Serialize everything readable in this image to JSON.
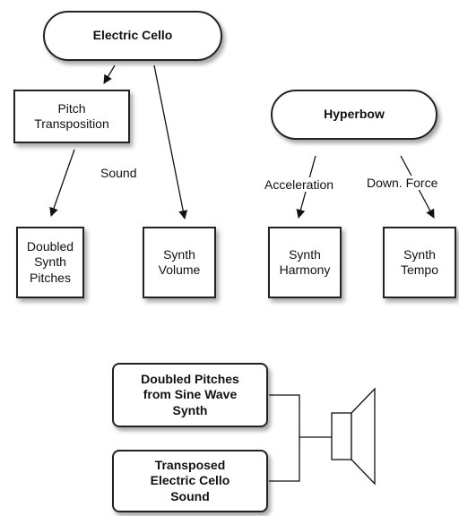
{
  "top_diagram": {
    "electric_cello": "Electric Cello",
    "pitch_transposition": "Pitch\nTransposition",
    "sound_label": "Sound",
    "doubled_synth_pitches": "Doubled\nSynth\nPitches",
    "synth_volume": "Synth\nVolume",
    "hyperbow": "Hyperbow",
    "acceleration_label": "Acceleration",
    "down_force_label": "Down. Force",
    "synth_harmony": "Synth\nHarmony",
    "synth_tempo": "Synth\nTempo"
  },
  "bottom_diagram": {
    "doubled_pitches_source": "Doubled Pitches\nfrom Sine Wave\nSynth",
    "transposed_cello_source": "Transposed\nElectric Cello\nSound",
    "speaker_icon": "speaker-icon"
  }
}
